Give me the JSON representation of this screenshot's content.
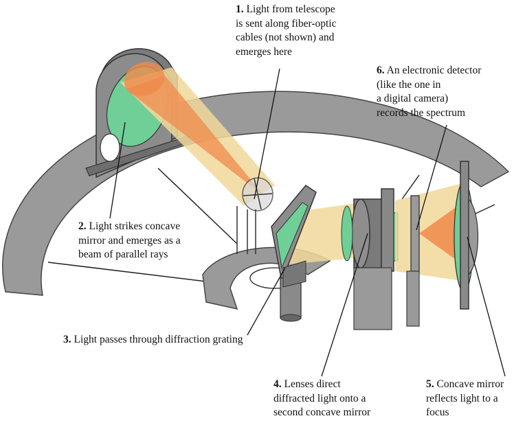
{
  "labels": {
    "step1": {
      "number": "1.",
      "lines": [
        "Light from telescope",
        "is sent along fiber-optic",
        "cables (not shown) and",
        "emerges here"
      ]
    },
    "step2": {
      "number": "2.",
      "lines": [
        "Light strikes concave",
        "mirror and emerges as a",
        "beam of parallel rays"
      ]
    },
    "step3": {
      "number": "3.",
      "lines": [
        "Light passes through diffraction grating"
      ]
    },
    "step4": {
      "number": "4.",
      "lines": [
        "Lenses direct",
        "diffracted light onto a",
        "second concave mirror"
      ]
    },
    "step5": {
      "number": "5.",
      "lines": [
        "Concave mirror",
        "reflects light to a",
        "focus"
      ]
    },
    "step6": {
      "number": "6.",
      "lines": [
        "An electronic detector",
        "(like the one in",
        "a digital camera)",
        "records the spectrum"
      ]
    }
  },
  "colors": {
    "frame": "#9a9a9a",
    "frame_dark": "#555555",
    "mirror": "#6fcf97",
    "beam_light": "#f1d89a",
    "beam_orange": "#f08a4b",
    "ink": "#111111"
  }
}
